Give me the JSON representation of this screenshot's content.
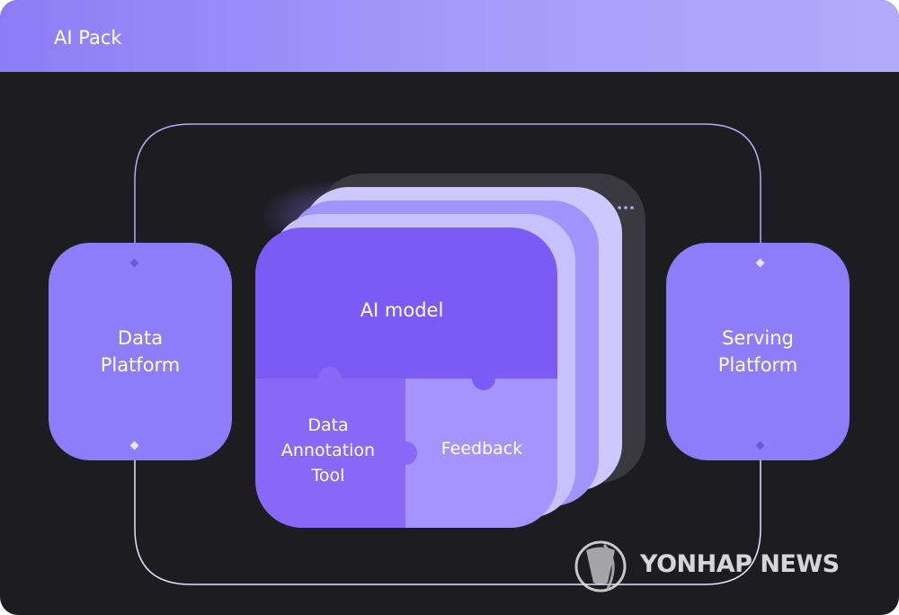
{
  "header": {
    "title": "AI Pack"
  },
  "nodes": {
    "data_platform": {
      "line1": "Data",
      "line2": "Platform"
    },
    "serving_platform": {
      "line1": "Serving",
      "line2": "Platform"
    },
    "ai_model": {
      "label": "AI model"
    },
    "annotation_tool": {
      "line1": "Data",
      "line2": "Annotation",
      "line3": "Tool"
    },
    "feedback": {
      "label": "Feedback"
    }
  },
  "watermark": {
    "text": "YONHAP NEWS"
  },
  "colors": {
    "header": "#a79cf9",
    "background": "#1d1c21",
    "platform_box": "#8e7cf8",
    "ai_model": "#7b5cf5",
    "annotation": "#8567f6",
    "feedback": "#a393fb",
    "connector": "#c9c2ff"
  }
}
